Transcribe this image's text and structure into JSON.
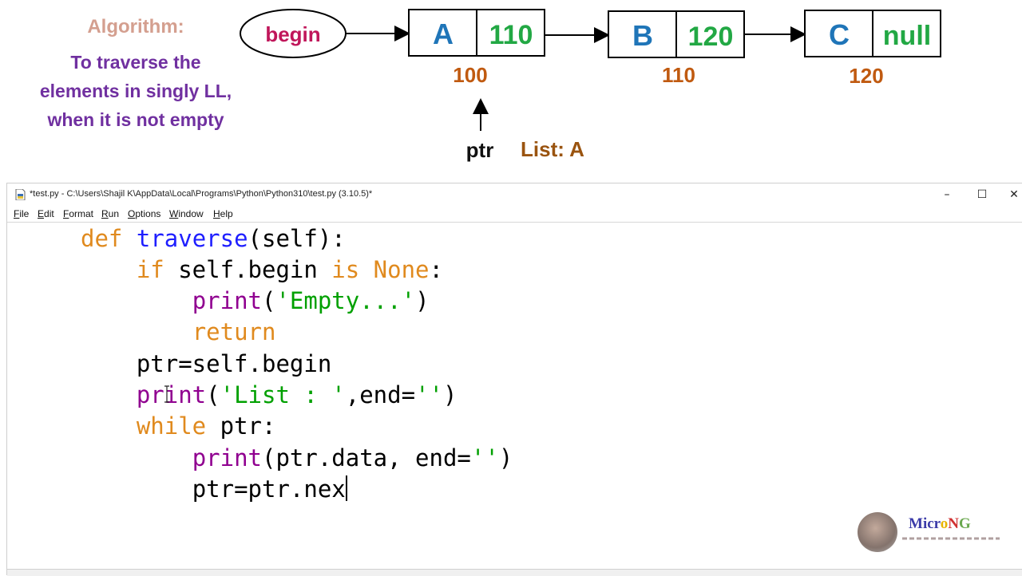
{
  "slide": {
    "algorithm_title": "Algorithm:",
    "algorithm_lines": [
      "To traverse the",
      "elements in singly LL,",
      "when it is not empty"
    ],
    "begin_label": "begin",
    "nodes": [
      {
        "data": "A",
        "next": "110",
        "address": "100"
      },
      {
        "data": "B",
        "next": "120",
        "address": "110"
      },
      {
        "data": "C",
        "next": "null",
        "address": "120"
      }
    ],
    "pointer_label": "ptr",
    "list_label": "List: A"
  },
  "window": {
    "title": "*test.py - C:\\Users\\Shajil K\\AppData\\Local\\Programs\\Python\\Python310\\test.py (3.10.5)*",
    "minimize_symbol": "–",
    "maximize_symbol": "☐",
    "close_symbol": "✕",
    "menu": [
      {
        "first": "F",
        "rest": "ile"
      },
      {
        "first": "E",
        "rest": "dit"
      },
      {
        "first": "F",
        "rest": "ormat"
      },
      {
        "first": "R",
        "rest": "un"
      },
      {
        "first": "O",
        "rest": "ptions"
      },
      {
        "first": "W",
        "rest": "indow"
      },
      {
        "first": "H",
        "rest": "elp"
      }
    ]
  },
  "code": {
    "l1": {
      "indent": "",
      "kw": "def",
      "sp": " ",
      "name": "traverse",
      "rest": "(self):"
    },
    "l2": {
      "indent": "    ",
      "kw1": "if",
      "mid": " self.begin ",
      "kw2": "is",
      "sp": " ",
      "kw3": "None",
      "rest": ":"
    },
    "l3": {
      "indent": "        ",
      "fn": "print",
      "open": "(",
      "str": "'Empty...'",
      "close": ")"
    },
    "l4": {
      "indent": "        ",
      "kw": "return"
    },
    "l5": {
      "indent": "    ",
      "text": "ptr=self.begin"
    },
    "l6": {
      "indent": "    ",
      "fn": "print",
      "open": "(",
      "str": "'List : '",
      "mid": ",end=",
      "str2": "''",
      "close": ")"
    },
    "l7": {
      "indent": "    ",
      "kw": "while",
      "rest": " ptr:"
    },
    "l8": {
      "indent": "        ",
      "fn": "print",
      "mid": "(ptr.data, end=",
      "str": "''",
      "close": ")"
    },
    "l9": {
      "indent": "        ",
      "text": "ptr=ptr.nex"
    }
  },
  "watermark": {
    "brand_letters": [
      "M",
      "i",
      "c",
      "r",
      "o",
      "N",
      "G"
    ],
    "brand_colors": [
      "#3a3aa8",
      "#3a3aa8",
      "#3a3aa8",
      "#3a3aa8",
      "#e8b400",
      "#d03030",
      "#6aa84f"
    ]
  }
}
